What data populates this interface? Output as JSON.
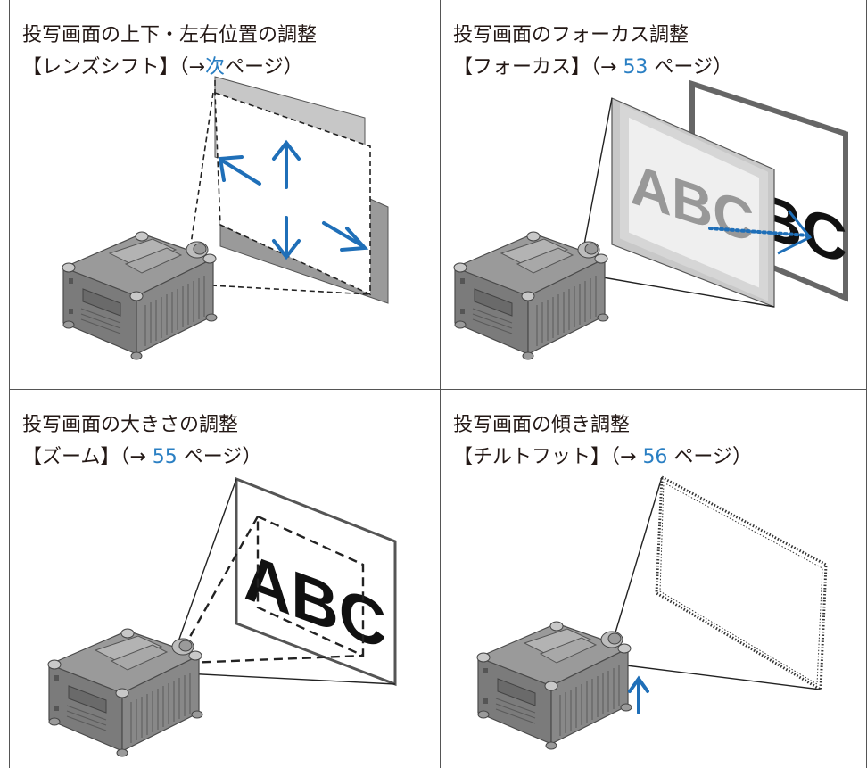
{
  "panels": [
    {
      "title": "投写画面の上下・左右位置の調整",
      "sub_pre": "【レンズシフト】（→",
      "sub_ref": "次",
      "sub_post": "ページ）"
    },
    {
      "title": "投写画面のフォーカス調整",
      "sub_pre": "【フォーカス】（→ ",
      "sub_ref": "53",
      "sub_post": " ページ）",
      "screen_text": "ABC"
    },
    {
      "title": "投写画面の大きさの調整",
      "sub_pre": "【ズーム】（→ ",
      "sub_ref": "55",
      "sub_post": " ページ）",
      "screen_text": "ABC"
    },
    {
      "title": "投写画面の傾き調整",
      "sub_pre": "【チルトフット】（→ ",
      "sub_ref": "56",
      "sub_post": " ページ）"
    }
  ],
  "colors": {
    "arrow": "#1f6fb8",
    "link": "#2a7fc3",
    "projector": "#8c8c8c"
  }
}
